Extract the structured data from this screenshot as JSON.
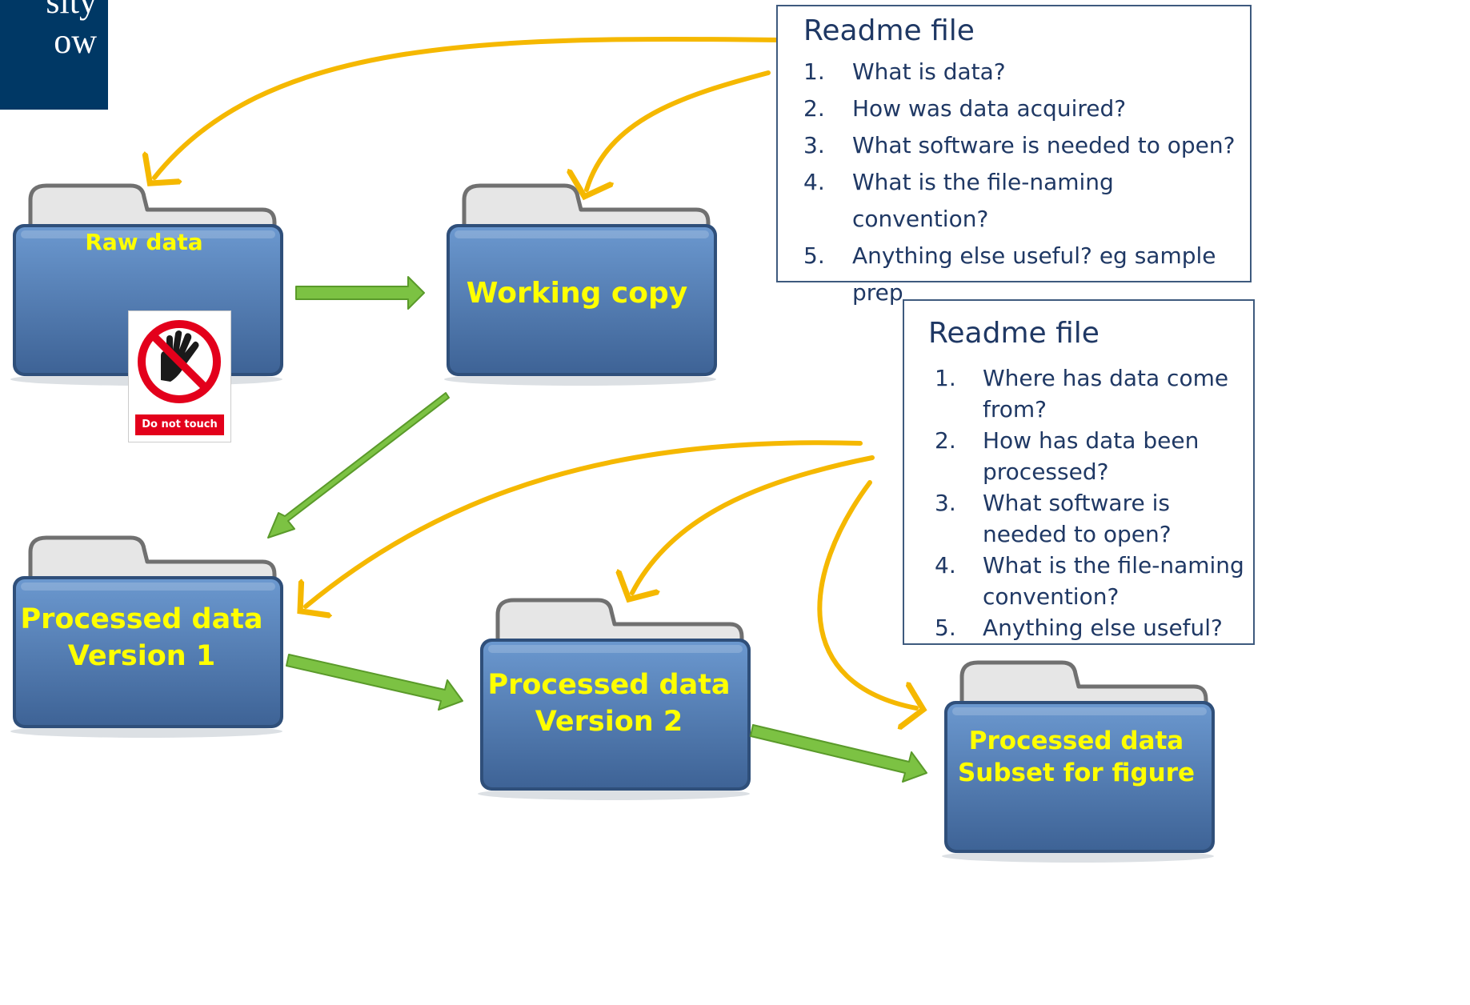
{
  "logo": {
    "line1": "sity",
    "line2": "ow"
  },
  "folders": [
    {
      "label": "Raw data"
    },
    {
      "label": "Working copy"
    },
    {
      "label_line1": "Processed data",
      "label_line2": "Version 1"
    },
    {
      "label_line1": "Processed data",
      "label_line2": "Version 2"
    },
    {
      "label_line1": "Processed data",
      "label_line2": "Subset for figure"
    }
  ],
  "sign": {
    "text": "Do not touch"
  },
  "readme_raw": {
    "title": "Readme file",
    "items": [
      {
        "num": "1.",
        "text": "What is data?"
      },
      {
        "num": "2.",
        "text": "How was data acquired?"
      },
      {
        "num": "3.",
        "text": "What software is needed to open?"
      },
      {
        "num": "4.",
        "text": "What is the file-naming convention?"
      },
      {
        "num": "5.",
        "text": "Anything else useful? eg sample prep"
      }
    ]
  },
  "readme_processed": {
    "title": "Readme file",
    "items": [
      {
        "num": "1.",
        "text": "Where has data come from?"
      },
      {
        "num": "2.",
        "text": "How has data been processed?"
      },
      {
        "num": "3.",
        "text": "What software is needed to open?"
      },
      {
        "num": "4.",
        "text": "What is the file-naming convention?"
      },
      {
        "num": "5.",
        "text": "Anything else useful?"
      }
    ]
  },
  "colors": {
    "folder_body": "#4f7bb3",
    "folder_tab": "#e6e6e6",
    "folder_label": "#ffff00",
    "flow_arrow": "#7cc243",
    "readme_arrow": "#f5b800",
    "readme_text": "#1f3864",
    "logo_bg": "#003865"
  }
}
